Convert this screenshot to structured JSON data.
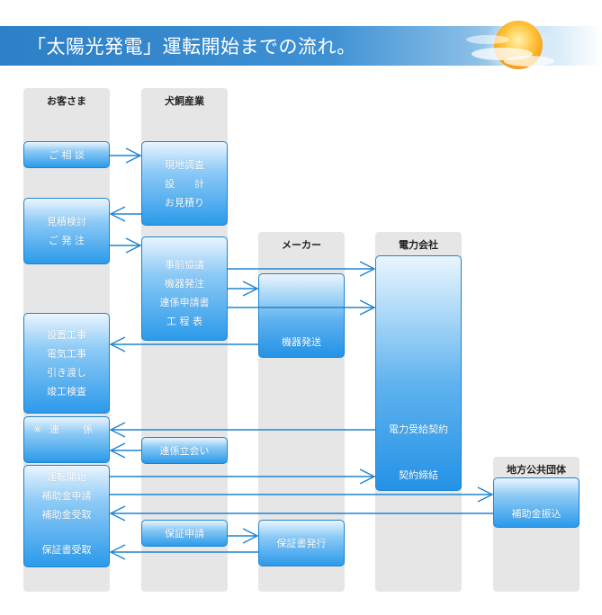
{
  "title": "「太陽光発電」運転開始までの流れ。",
  "lanes": {
    "customer": "お客さま",
    "inukai": "犬飼産業",
    "maker": "メーカー",
    "power": "電力会社",
    "local_gov": "地方公共団体"
  },
  "boxes": {
    "consult": "ご 相 談",
    "survey": [
      "現地調査",
      "設　　計",
      "お見積り"
    ],
    "estimate_order": [
      "見積検討",
      "ご 発 注"
    ],
    "prep": [
      "事前協議",
      "機器発注",
      "連係申請書",
      "工 程 表"
    ],
    "ship": "機器発送",
    "construction": [
      "設置工事",
      "電気工事",
      "引き渡し",
      "竣工検査"
    ],
    "link_note_mark": "※",
    "link_note_left": "連",
    "link_note_right": "係",
    "witness": "連係立会い",
    "power_contract": [
      "電力受給契約",
      "契約締結"
    ],
    "operation": [
      "運転開始",
      "補助金申請",
      "補助金受取"
    ],
    "warranty_receive": "保証書受取",
    "warranty_apply": "保証申請",
    "warranty_issue": "保証書発行",
    "subsidy_pay": "補助金振込"
  },
  "colors": {
    "banner": "#3a8bd0",
    "box_border": "#1e83d1",
    "arrow": "#1e83d1",
    "lane": "#e6e6e6"
  }
}
